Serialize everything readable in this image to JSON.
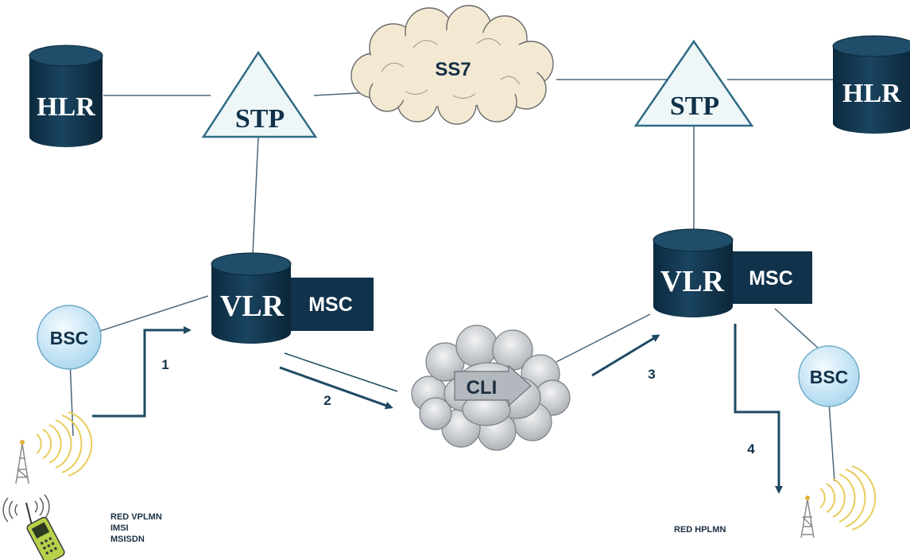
{
  "labels": {
    "hlr_left": "HLR",
    "hlr_right": "HLR",
    "stp_left": "STP",
    "stp_right": "STP",
    "ss7": "SS7",
    "vlr_left": "VLR",
    "vlr_right": "VLR",
    "msc_left": "MSC",
    "msc_right": "MSC",
    "bsc_left": "BSC",
    "bsc_right": "BSC",
    "cli": "CLI"
  },
  "steps": [
    "1",
    "2",
    "3",
    "4"
  ],
  "networks": {
    "visited": {
      "name": "RED VPLMN",
      "lines": [
        "IMSI",
        "MSISDN"
      ]
    },
    "home": {
      "name": "RED HPLMN"
    }
  },
  "colors": {
    "navy": "#10324a",
    "navy_light": "#1d4a66",
    "line": "#4a6578",
    "arrow": "#1e4a63",
    "stp_fill": "#eef6f8",
    "stp_stroke": "#2f6b86",
    "bsc_fill": "#cfe9f6",
    "cloud_ss7": "#f3e9d2",
    "cloud_cli": "#c9ccd0",
    "antenna_wave": "#e8cc5c"
  }
}
